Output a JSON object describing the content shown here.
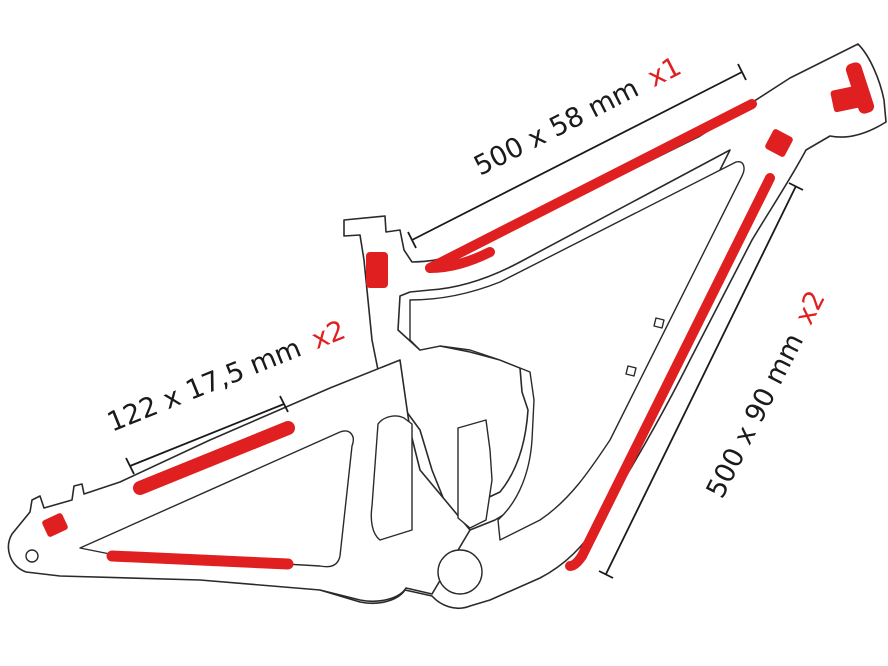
{
  "colors": {
    "protector": "#e02020",
    "outline": "#2a2a2a",
    "text": "#1a1a1a",
    "background": "#ffffff"
  },
  "labels": {
    "top_tube": {
      "size": "500 x 58 mm",
      "qty": "x1"
    },
    "down_tube": {
      "size": "500 x 90 mm",
      "qty": "x2"
    },
    "chainstay": {
      "size": "122 x 17,5 mm",
      "qty": "x2"
    }
  }
}
